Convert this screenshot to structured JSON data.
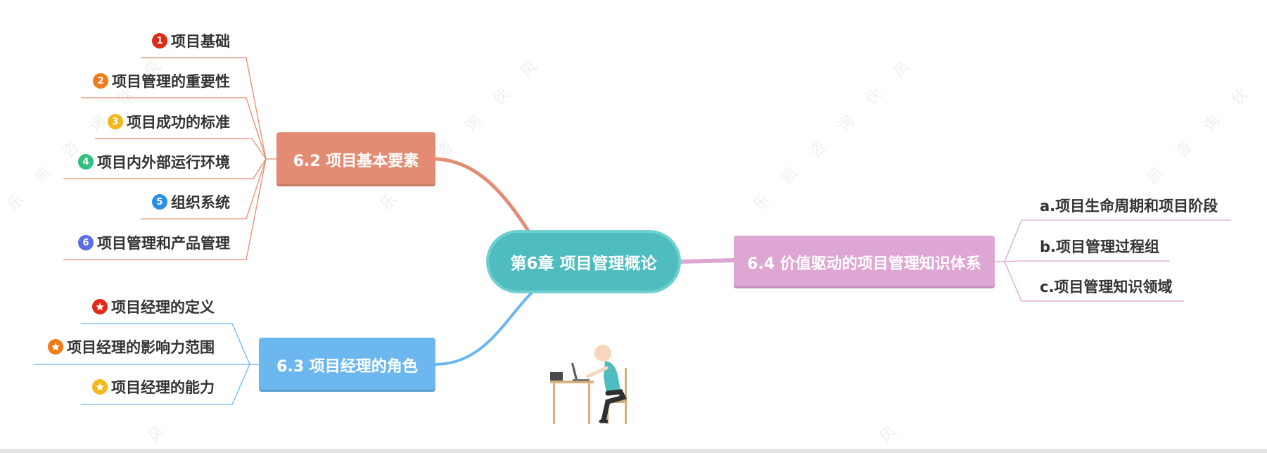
{
  "central": {
    "label": "第6章 项目管理概论",
    "color": "#4fbdbf"
  },
  "branches": {
    "b62": {
      "label": "6.2 项目基本要素",
      "color": "#e48c73",
      "line_color": "#e48c73",
      "items": [
        {
          "label": "项目基础",
          "marker": "1",
          "marker_color": "#e02b1a"
        },
        {
          "label": "项目管理的重要性",
          "marker": "2",
          "marker_color": "#f07c19"
        },
        {
          "label": "项目成功的标准",
          "marker": "3",
          "marker_color": "#f4b81c"
        },
        {
          "label": "项目内外部运行环境",
          "marker": "4",
          "marker_color": "#2ec27e"
        },
        {
          "label": "组织系统",
          "marker": "5",
          "marker_color": "#2b8ee6"
        },
        {
          "label": "项目管理和产品管理",
          "marker": "6",
          "marker_color": "#5b6ee6"
        }
      ]
    },
    "b63": {
      "label": "6.3 项目经理的角色",
      "color": "#6cb8ee",
      "line_color": "#6cb8ee",
      "items": [
        {
          "label": "项目经理的定义",
          "marker": "star-icon",
          "marker_color": "#e02b1a"
        },
        {
          "label": "项目经理的影响力范围",
          "marker": "star-icon",
          "marker_color": "#f07c19"
        },
        {
          "label": "项目经理的能力",
          "marker": "star-icon",
          "marker_color": "#f4b81c"
        }
      ]
    },
    "b64": {
      "label": "6.4 价值驱动的项目管理知识体系",
      "color": "#dea6d3",
      "line_color": "#dea6d3",
      "items": [
        {
          "label": "a.项目生命周期和项目阶段"
        },
        {
          "label": "b.项目管理过程组"
        },
        {
          "label": "c.项目管理知识领域"
        }
      ]
    }
  },
  "illustration": "person-at-laptop-icon",
  "watermark_text": [
    "乐",
    "凯",
    "咨",
    "询",
    "伙",
    "风"
  ]
}
